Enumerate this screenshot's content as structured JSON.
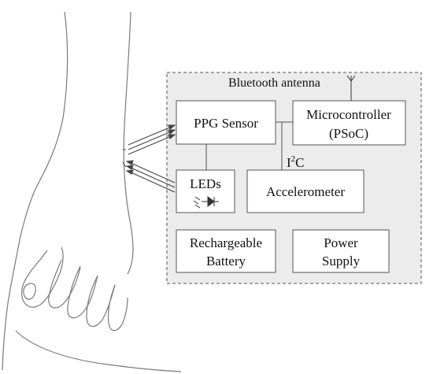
{
  "diagram": {
    "antenna_label": "Bluetooth antenna",
    "bus_label": {
      "main": "I",
      "sup": "2",
      "tail": "C"
    },
    "blocks": {
      "ppg": {
        "lines": [
          "PPG Sensor"
        ]
      },
      "mcu": {
        "lines": [
          "Microcontroller",
          "(PSoC)"
        ]
      },
      "leds": {
        "lines": [
          "LEDs"
        ]
      },
      "accel": {
        "lines": [
          "Accelerometer"
        ]
      },
      "battery": {
        "lines": [
          "Rechargeable",
          "Battery"
        ]
      },
      "power": {
        "lines": [
          "Power",
          "Supply"
        ]
      }
    },
    "colors": {
      "module_fill": "#ececec",
      "block_fill": "#ffffff",
      "stroke": "#555555",
      "text": "#111111"
    }
  }
}
